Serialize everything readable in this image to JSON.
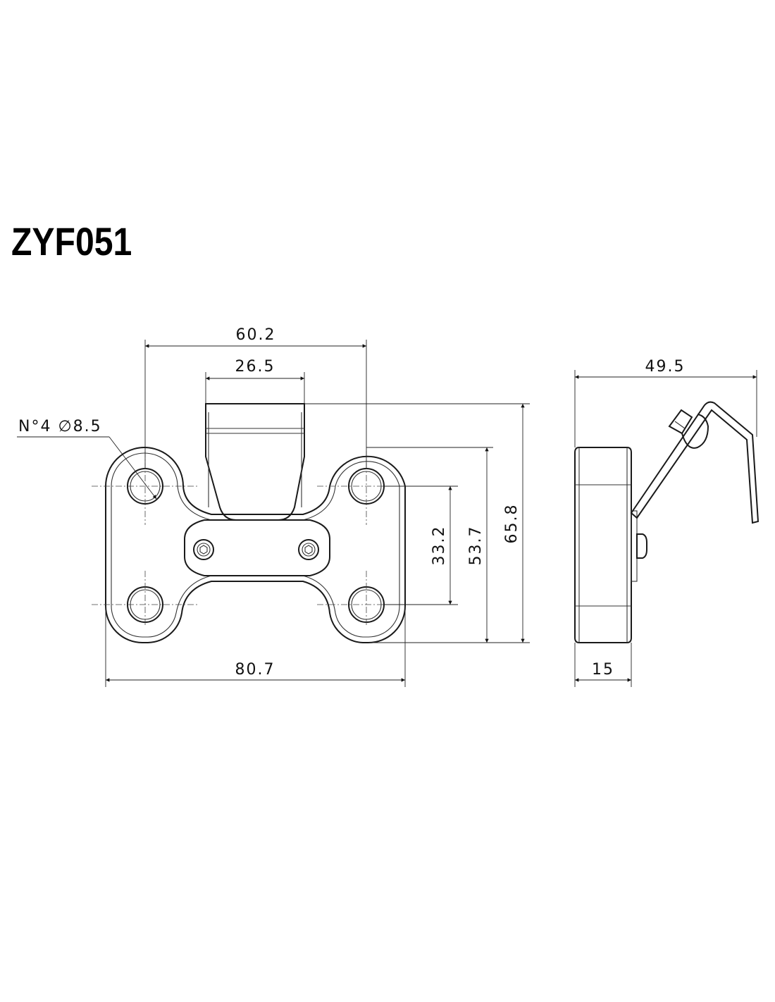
{
  "title": "ZYF051",
  "dimensions": {
    "overall_width": "80.7",
    "hole_spacing_horizontal": "60.2",
    "clamp_width": "26.5",
    "hole_spacing_vertical": "33.2",
    "outer_height": "53.7",
    "total_height": "65.8",
    "side_depth": "49.5",
    "thickness": "15",
    "hole_callout": "N°4 ∅8.5"
  }
}
